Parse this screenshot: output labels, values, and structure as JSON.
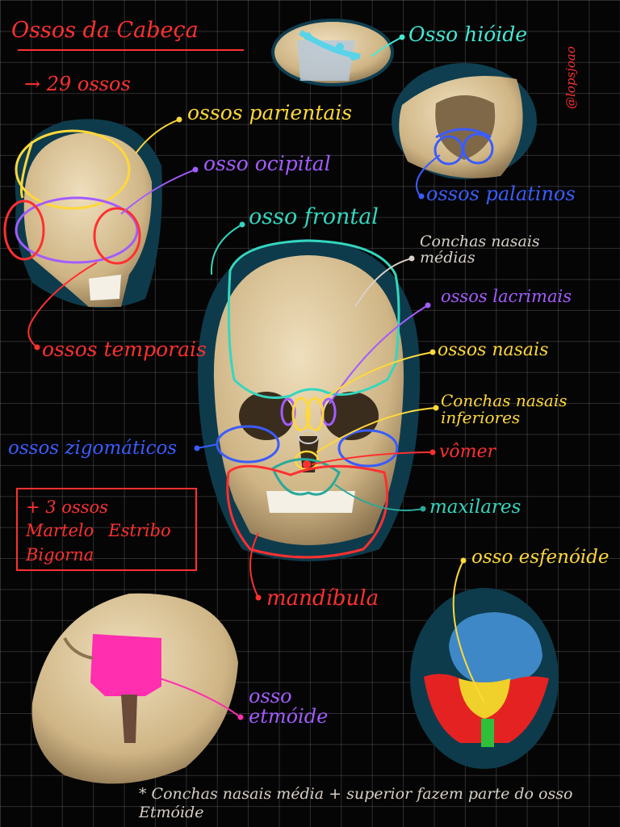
{
  "header": {
    "title": "Ossos da Cabeça",
    "count": "→ 29 ossos",
    "signature": "@lopsjoao"
  },
  "labels": {
    "parietais": "ossos parientais",
    "occipital": "osso ocipital",
    "temporais": "ossos temporais",
    "hioide": "Osso hióide",
    "palatinos": "ossos palatinos",
    "frontal": "osso frontal",
    "conchas_medias": "Conchas nasais médias",
    "lacrimais": "ossos lacrimais",
    "nasais": "ossos nasais",
    "conchas_inferiores": "Conchas nasais inferiores",
    "vomer": "vômer",
    "zigomaticos": "ossos zigomáticos",
    "maxilares": "maxilares",
    "mandibula": "mandíbula",
    "esfenoide": "osso esfenóide",
    "etmoide": "osso etmóide"
  },
  "extra_box": {
    "title": "+ 3 ossos",
    "items": [
      "Martelo",
      "Estribo",
      "Bigorna"
    ]
  },
  "footnote": "* Conchas nasais média + superior fazem parte do osso Etmóide",
  "colors": {
    "background": "#050505",
    "red": "#ff3030",
    "yellow": "#ffd83a",
    "purple": "#a35cff",
    "blue": "#3b5cff",
    "teal": "#34d6bf",
    "bone": "#d8c29a",
    "halo": "#0d3b4c",
    "magenta": "#ff2fb0"
  }
}
